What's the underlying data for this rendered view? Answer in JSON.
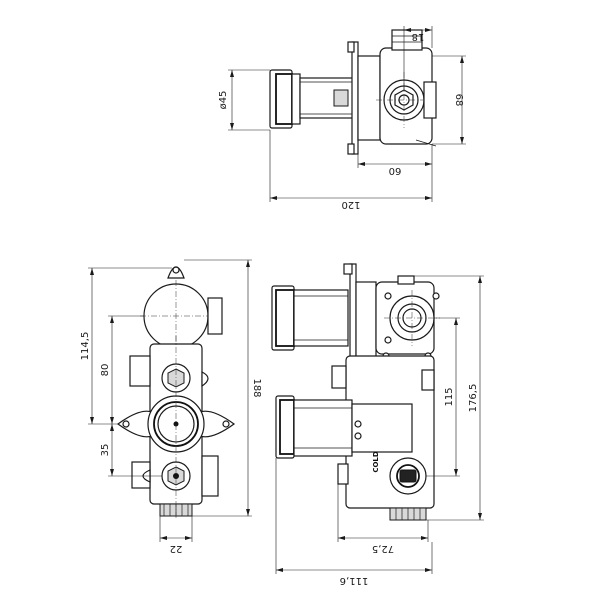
{
  "top_view": {
    "dim_diameter": "ø45",
    "dim_height": "68",
    "dim_depth_small": "18",
    "dim_depth_body": "60",
    "dim_total_width": "120"
  },
  "front_view": {
    "dim_upper": "114,5",
    "dim_mid": "80",
    "dim_lower": "35",
    "dim_total_height": "188",
    "dim_bottom_width": "22"
  },
  "side_view": {
    "dim_inner": "115",
    "dim_height": "176,5",
    "dim_depth": "72,5",
    "dim_total": "111,6",
    "label_cold": "COLD"
  }
}
